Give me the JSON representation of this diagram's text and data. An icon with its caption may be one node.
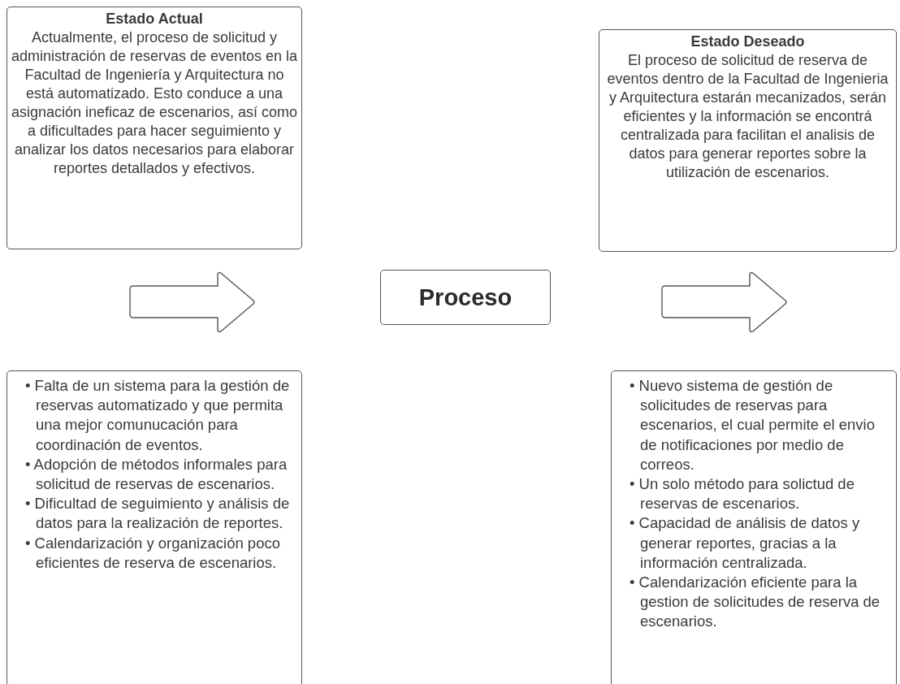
{
  "diagram": {
    "nodes": [
      {
        "text": [
          "Estado Actual",
          "Actualmente, el proceso de solicitud y administración de reservas de eventos en la Facultad de Ingeniería y Arquitectura no está automatizado. Esto conduce a una asignación ineficaz de escenarios, así como a dificultades para hacer seguimiento y analizar los datos necesarios para elaborar reportes detallados y efectivos."
        ]
      },
      {
        "text": [
          "Estado Deseado",
          "El proceso de solicitud de reserva de eventos dentro de la Facultad de Ingenieria y Arquitectura estarán mecanizados, serán eficientes y la información se encontrá centralizada para facilitan el analisis de datos para generar reportes sobre la utilización de escenarios."
        ]
      },
      {
        "text": [
          "Proceso"
        ]
      },
      {
        "text": [
          "• Falta de un sistema para la gestión de reservas automatizado y que permita una mejor comunucación para coordinación de eventos.",
          "• Adopción de métodos informales para solicitud de reservas de escenarios.",
          "• Dificultad de seguimiento y análisis de datos para la realización de reportes.",
          "• Calendarización y organización poco eficientes de reserva de escenarios."
        ]
      },
      {
        "text": [
          "• Nuevo sistema de gestión de solicitudes de reservas para escenarios, el cual permite el envio de notificaciones por medio de correos.",
          "• Un solo método para solictud de reservas de escenarios.",
          "• Capacidad de análisis de datos y generar reportes, gracias a la información centralizada.",
          "• Calendarización eficiente para la gestion de solicitudes de reserva de escenarios."
        ]
      }
    ]
  }
}
